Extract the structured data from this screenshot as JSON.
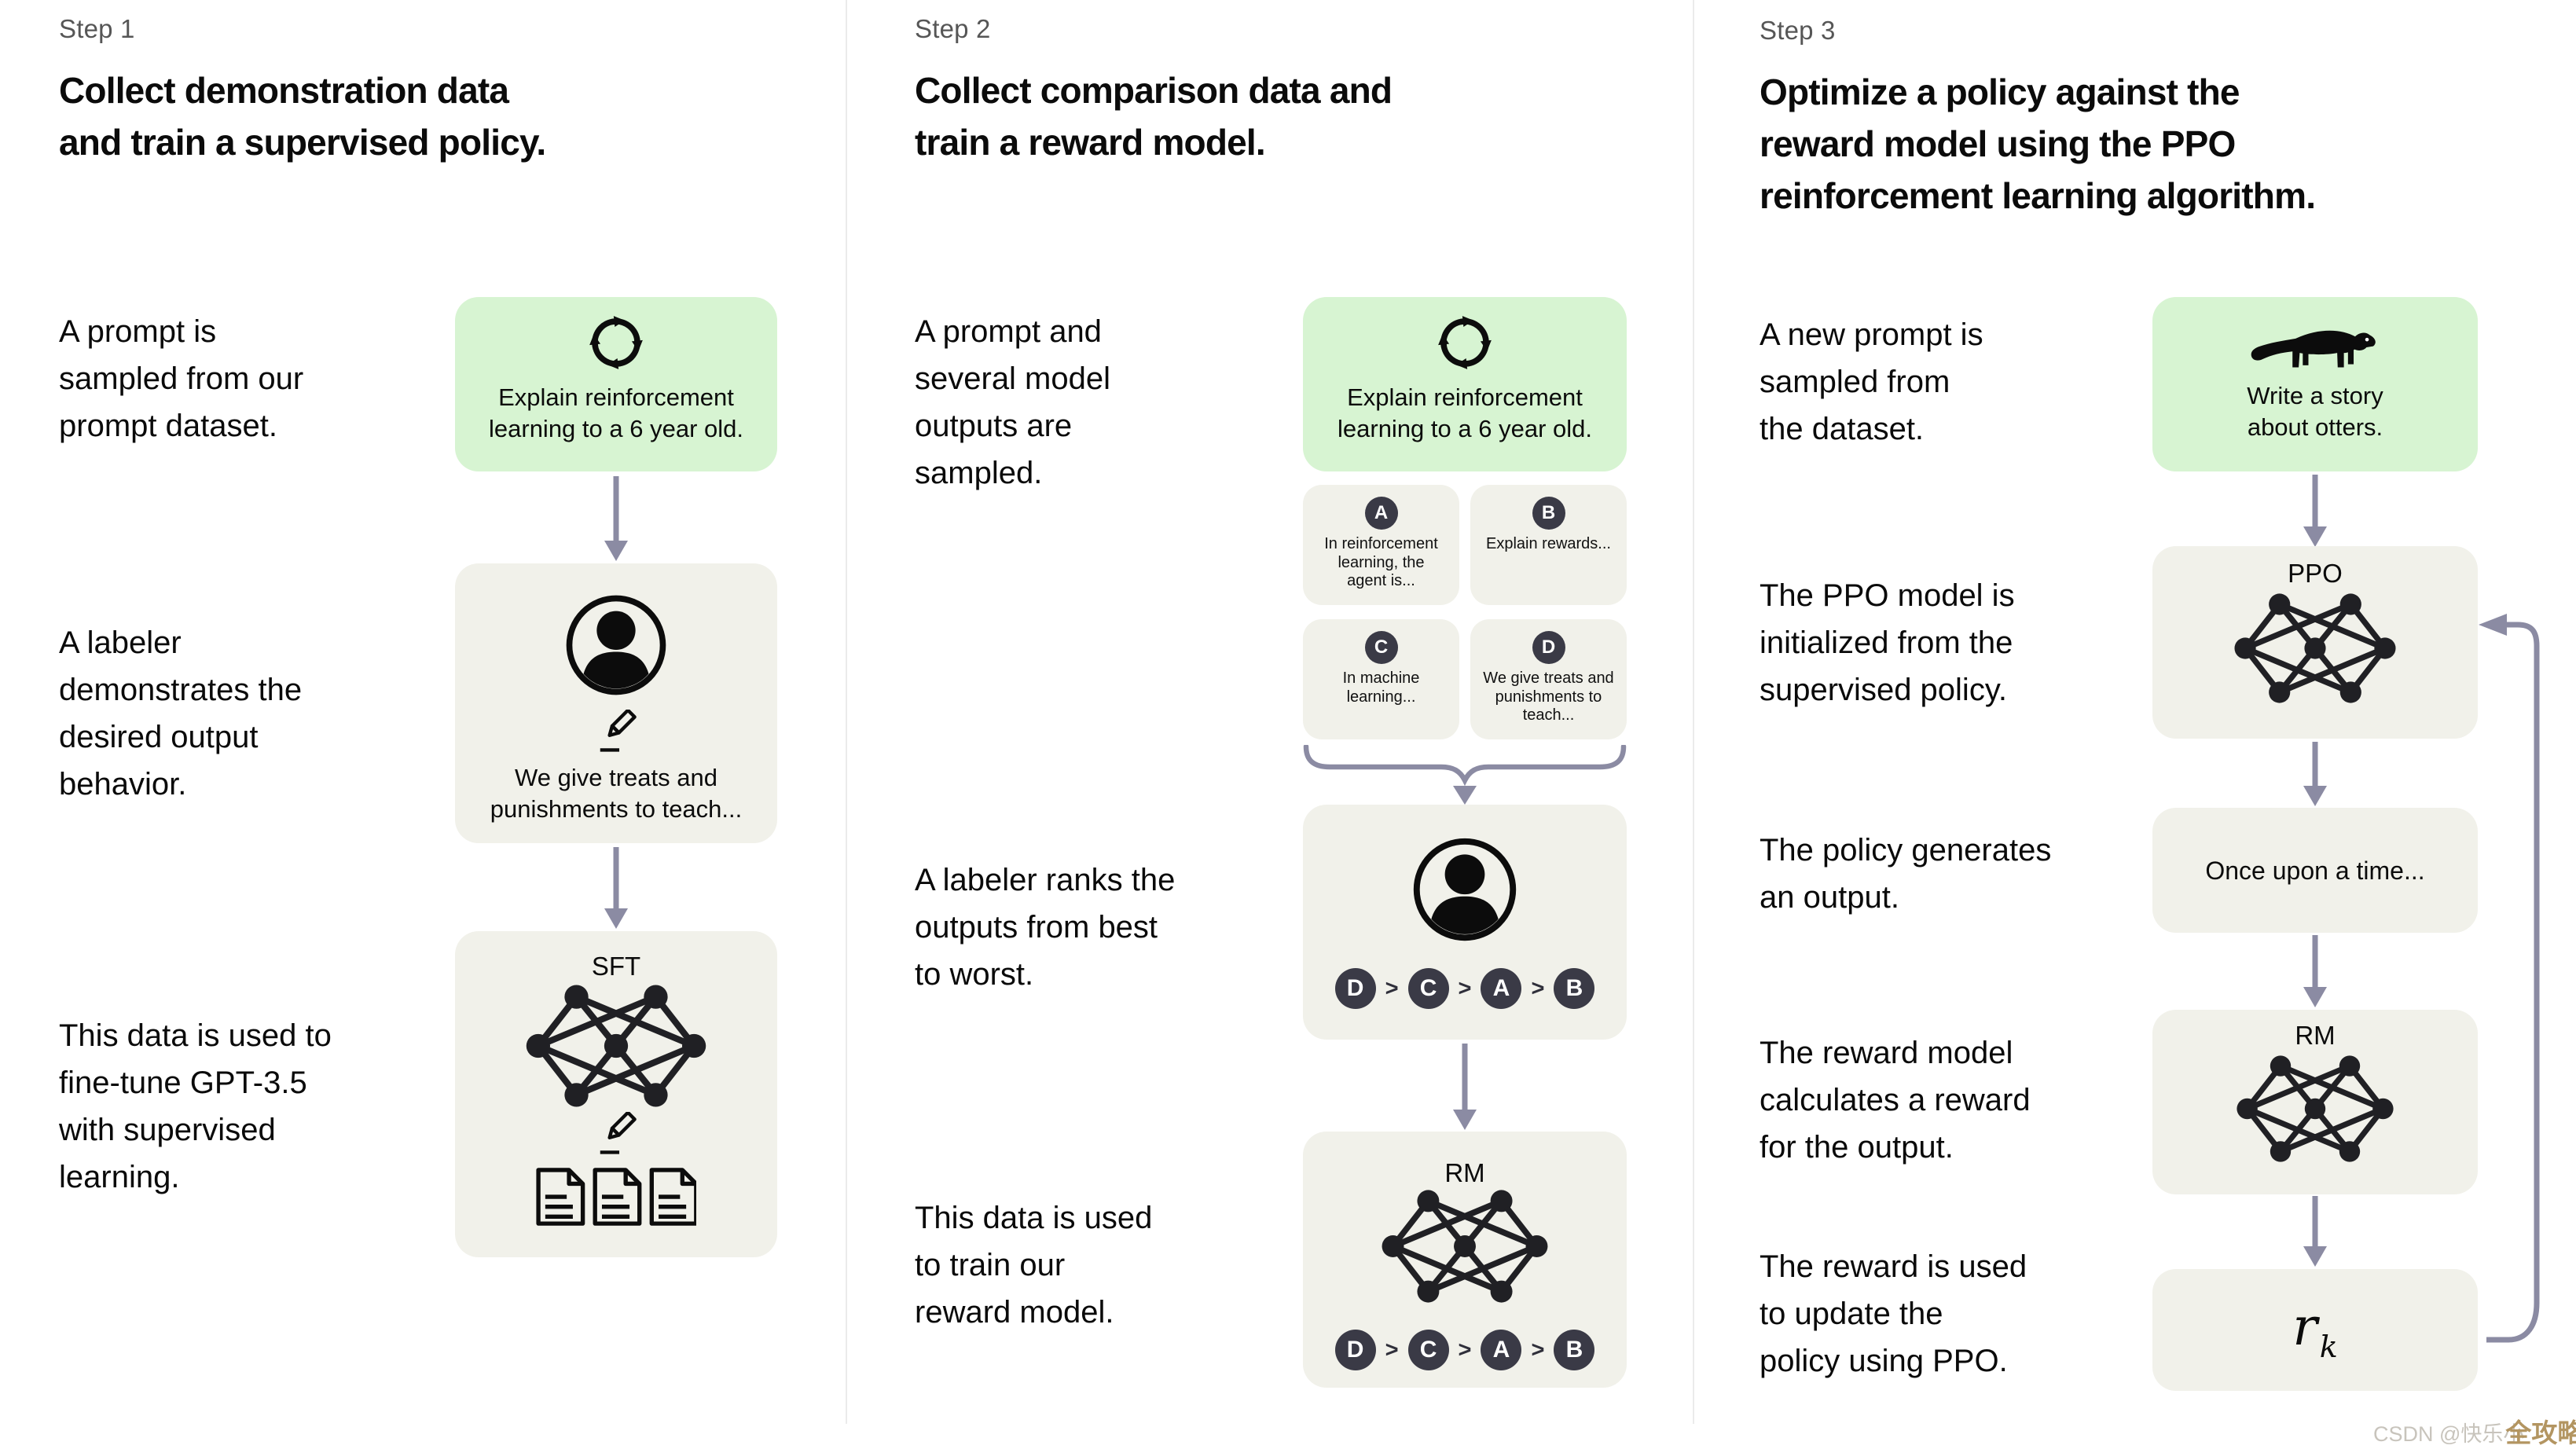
{
  "colors": {
    "background": "#ffffff",
    "prompt_box_green": "#d7f4d2",
    "panel_beige": "#f1f1ea",
    "arrow_gray": "#8b8ba3",
    "badge_dark": "#3a3a46",
    "step_label_gray": "#565656",
    "text_black": "#0b0b0b",
    "divider": "#ebebeb",
    "watermark_gray": "#c8c4bc",
    "watermark_gold": "#b39561"
  },
  "icons": {
    "prompt_sampling": "cycle-icon",
    "labeler": "person-icon",
    "edit": "pencil-icon",
    "documents": "documents-icon",
    "model": "network-icon",
    "otter_prompt": "otter-icon",
    "flow": "down-arrow-icon",
    "grouping": "brace-icon",
    "feedback": "loop-arrow-icon"
  },
  "watermark": {
    "prefix": "CSDN @快乐小",
    "overlay": "全攻略"
  },
  "steps": [
    {
      "label": "Step 1",
      "title_lines": [
        "Collect demonstration data",
        "and train a supervised policy."
      ],
      "captions": [
        {
          "lines": [
            "A prompt is",
            "sampled from our",
            "prompt dataset."
          ]
        },
        {
          "lines": [
            "A labeler",
            "demonstrates the",
            "desired output",
            "behavior."
          ]
        },
        {
          "lines": [
            "This data is used to",
            "fine-tune GPT-3.5",
            "with supervised",
            "learning."
          ]
        }
      ],
      "prompt_box": {
        "icon": "cycle-icon",
        "lines": [
          "Explain reinforcement",
          "learning to a 6 year old."
        ]
      },
      "labeler_box": {
        "icons": [
          "person-icon",
          "pencil-icon"
        ],
        "lines": [
          "We give treats and",
          "punishments to teach..."
        ]
      },
      "model_box": {
        "label": "SFT",
        "icons": [
          "network-icon",
          "pencil-icon",
          "documents-icon"
        ]
      }
    },
    {
      "label": "Step 2",
      "title_lines": [
        "Collect comparison data and",
        "train a reward model."
      ],
      "captions": [
        {
          "lines": [
            "A prompt and",
            "several model",
            "outputs are",
            "sampled."
          ]
        },
        {
          "lines": [
            "A labeler ranks the",
            "outputs from best",
            "to worst."
          ]
        },
        {
          "lines": [
            "This data is used",
            "to train our",
            "reward model."
          ]
        }
      ],
      "prompt_box": {
        "icon": "cycle-icon",
        "lines": [
          "Explain reinforcement",
          "learning to a 6 year old."
        ]
      },
      "outputs": [
        {
          "key": "A",
          "lines": [
            "In reinforcement",
            "learning, the",
            "agent is..."
          ]
        },
        {
          "key": "B",
          "lines": [
            "Explain rewards..."
          ]
        },
        {
          "key": "C",
          "lines": [
            "In machine",
            "learning..."
          ]
        },
        {
          "key": "D",
          "lines": [
            "We give treats and",
            "punishments to",
            "teach..."
          ]
        }
      ],
      "ranking": {
        "order": [
          "D",
          "C",
          "A",
          "B"
        ],
        "separator": ">"
      },
      "ranking_box": {
        "icon": "person-icon"
      },
      "model_box": {
        "label": "RM",
        "icon": "network-icon"
      }
    },
    {
      "label": "Step 3",
      "title_lines": [
        "Optimize a policy against the",
        "reward model using the PPO",
        "reinforcement learning algorithm."
      ],
      "captions": [
        {
          "lines": [
            "A new prompt is",
            "sampled from",
            "the dataset."
          ]
        },
        {
          "lines": [
            "The PPO model is",
            "initialized from the",
            "supervised policy."
          ]
        },
        {
          "lines": [
            "The policy generates",
            "an output."
          ]
        },
        {
          "lines": [
            "The reward model",
            "calculates a reward",
            "for the output."
          ]
        },
        {
          "lines": [
            "The reward is used",
            "to update the",
            "policy using PPO."
          ]
        }
      ],
      "prompt_box": {
        "icon": "otter-icon",
        "lines": [
          "Write a story",
          "about otters."
        ]
      },
      "ppo_box": {
        "label": "PPO",
        "icon": "network-icon"
      },
      "output_box": {
        "lines": [
          "Once upon a time..."
        ]
      },
      "rm_box": {
        "label": "RM",
        "icon": "network-icon"
      },
      "reward_box": {
        "symbol": "r",
        "subscript": "k"
      }
    }
  ]
}
